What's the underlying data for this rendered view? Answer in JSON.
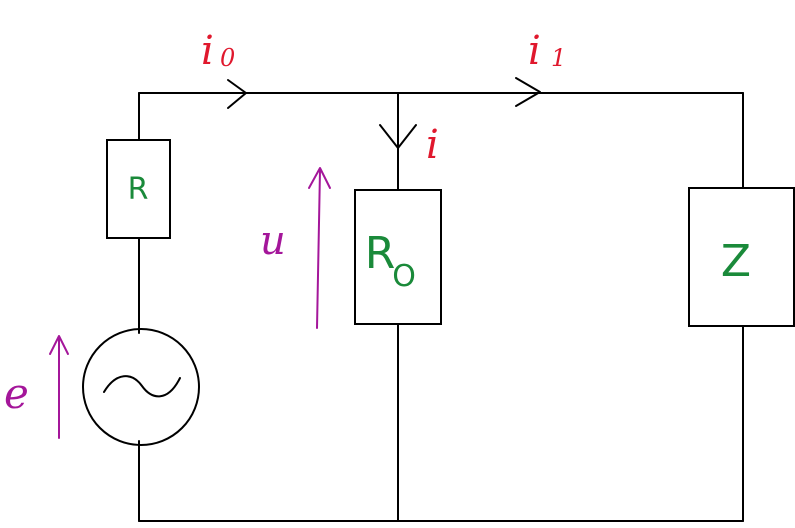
{
  "colors": {
    "wire": "#000000",
    "component_label": "#1a8a3a",
    "current_label": "#e0182d",
    "voltage_label": "#a4169a"
  },
  "components": {
    "resistor_r": {
      "label": "R"
    },
    "resistor_r0": {
      "label": "R",
      "subscript": "O"
    },
    "impedance_z": {
      "label": "Z"
    },
    "source_e": {
      "label": "e",
      "symbol": "ac-sine-icon"
    }
  },
  "currents": {
    "i0": {
      "label": "i",
      "subscript": "0"
    },
    "i1": {
      "label": "i",
      "subscript": "1"
    },
    "i": {
      "label": "i"
    }
  },
  "voltages": {
    "u": {
      "label": "u"
    }
  }
}
